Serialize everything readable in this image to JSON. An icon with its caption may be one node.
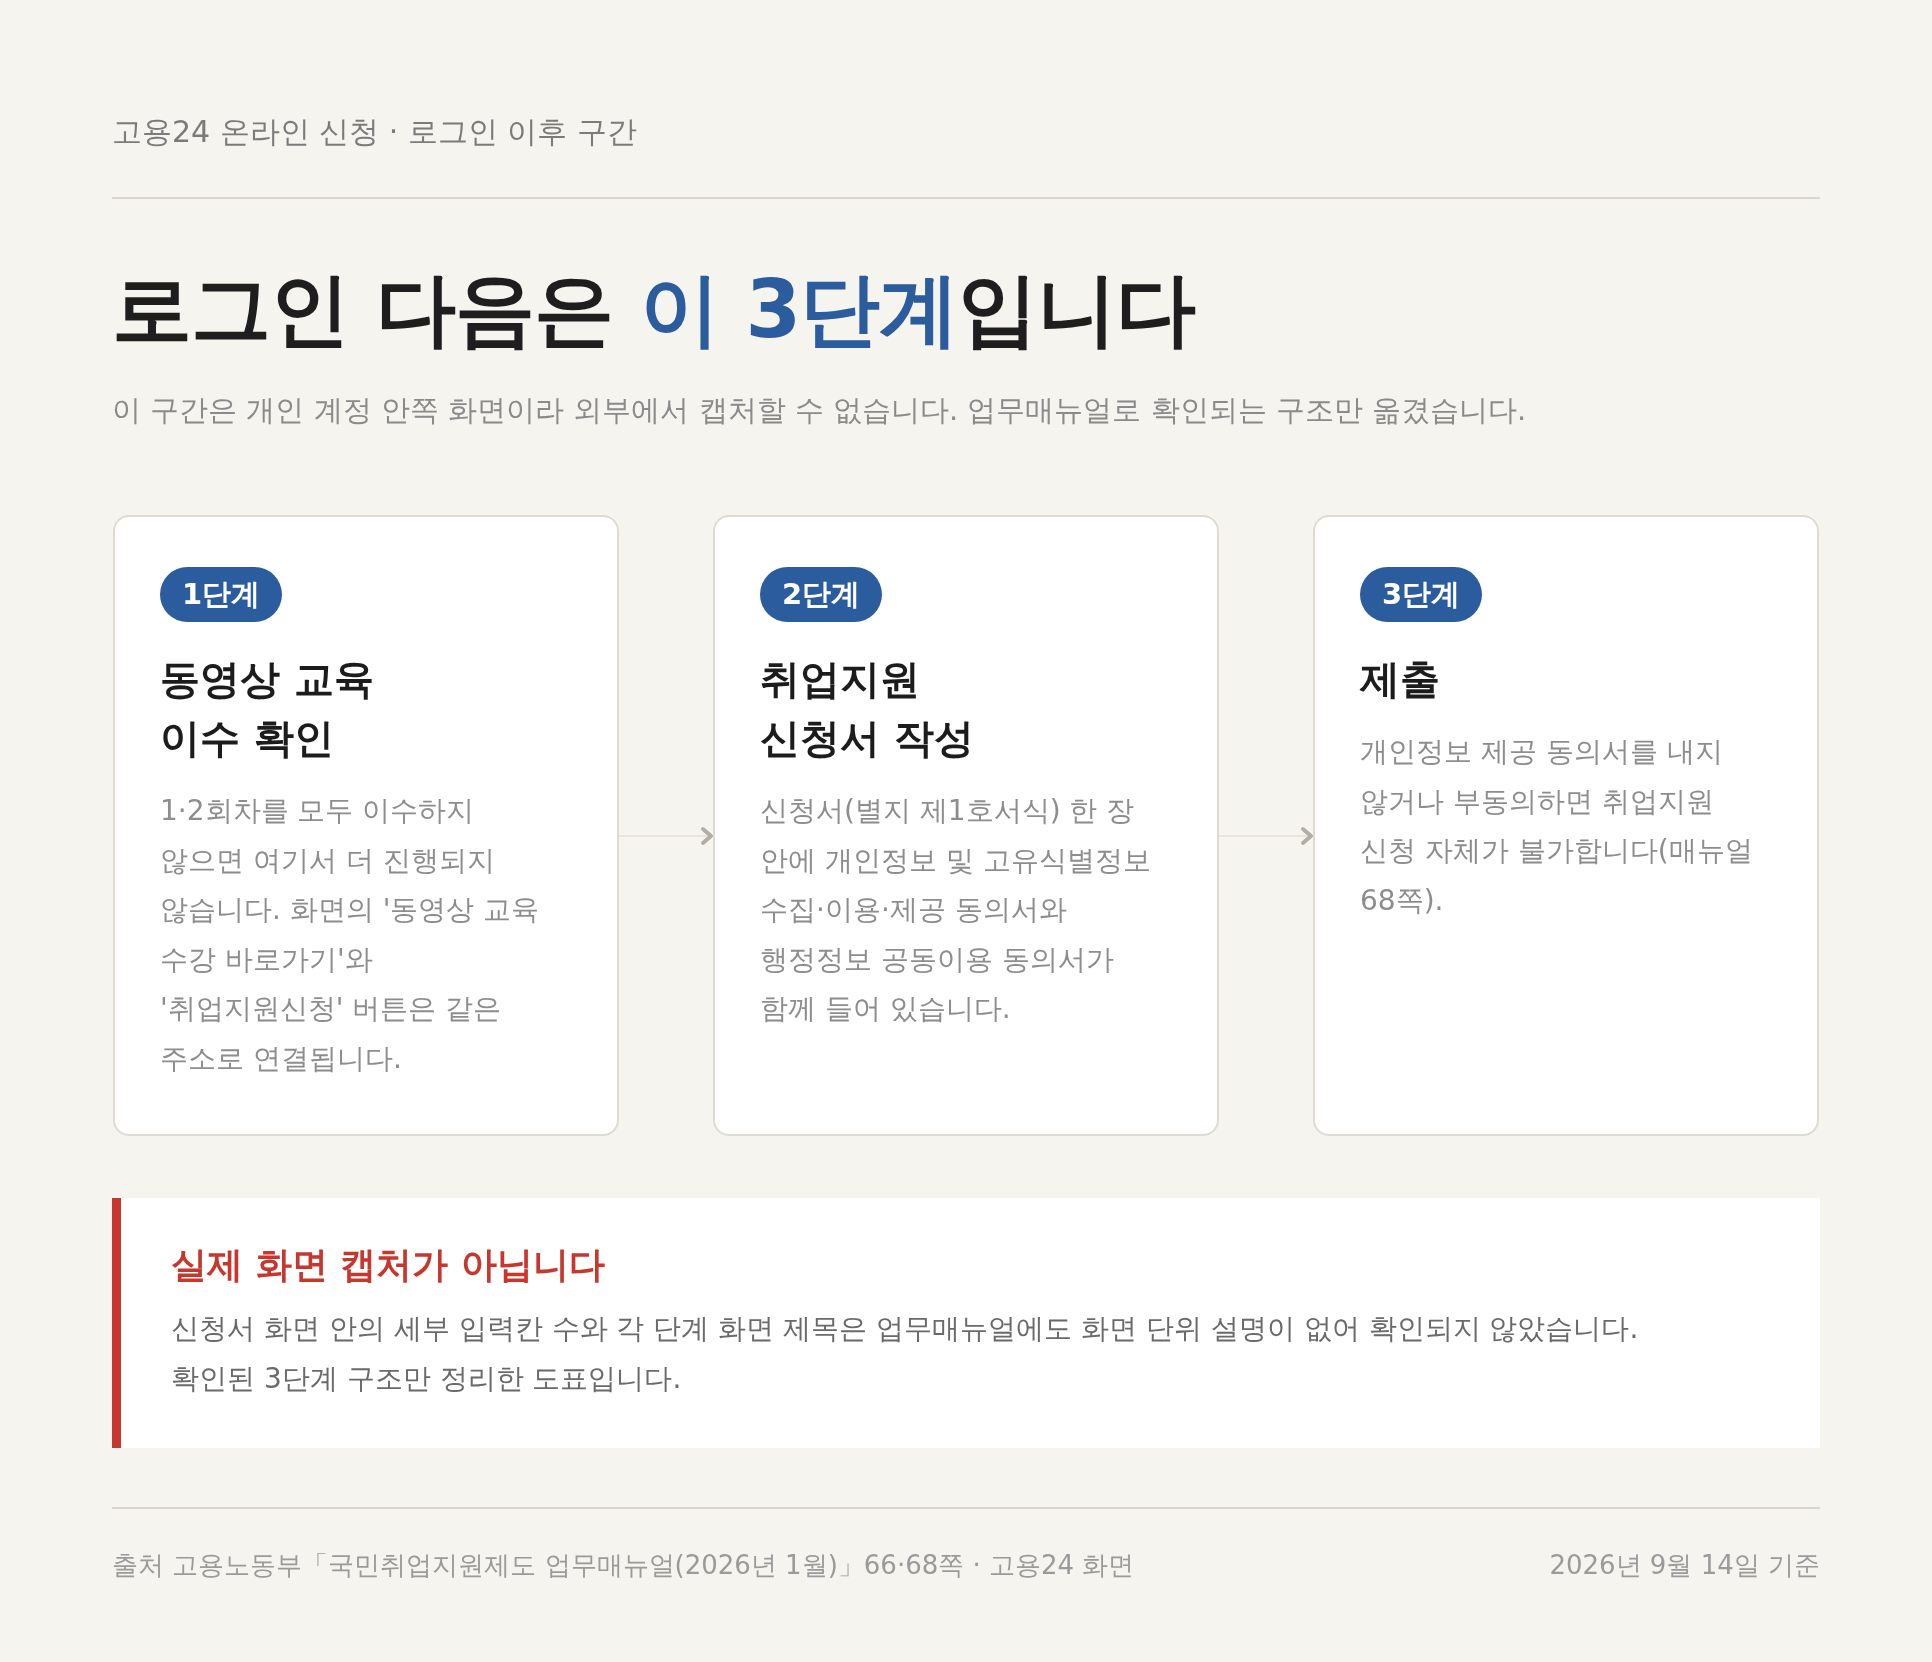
{
  "diagram": {
    "title": "로그인 다음은 **이 3단계**입니다",
    "nodes": [
      {
        "text": [
          "동영상 교육 이수 확인",
          "1·2회차를 모두 이수하지 않으면 여기서 더 진행되지 않습니다. 화면의 '동영상 교육 수강 바로가기'와 '취업지원신청' 버튼은 같은 주소로 연결됩니다."
        ]
      },
      {
        "text": [
          "1단계"
        ],
        "in": 0
      },
      {
        "text": [
          "취업지원 신청서 작성",
          "신청서(별지 제1호서식) 한 장 안에 개인정보 및 고유식별정보 수집·이용·제공 동의서와 행정정보 공동이용 동의서가 함께 들어 있습니다."
        ]
      },
      {
        "text": [
          "2단계"
        ],
        "in": 2
      },
      {
        "text": [
          "제출",
          "개인정보 제공 동의서를 내지 않거나 부동의하면 취업지원 신청 자체가 불가합니다(매뉴얼 68쪽)."
        ]
      },
      {
        "text": [
          "3단계"
        ],
        "in": 4
      },
      {
        "text": [
          "실제 화면 캡처가 아닙니다",
          "신청서 화면 안의 세부 입력칸 수와 각 단계 화면 제목은 업무매뉴얼에도 화면 단위 설명이 없어 확인되지 않았습니다. 확인된 3단계 구조만 정리한 도표입니다."
        ]
      }
    ],
    "edges": [
      {
        "from": 0,
        "to": 2,
        "arrow": "to"
      },
      {
        "from": 2,
        "to": 4,
        "arrow": "to"
      }
    ],
    "labels": [
      "고용24 온라인 신청 · 로그인 이후 구간",
      "이 구간은 개인 계정 안쪽 화면이라 외부에서 캡처할 수 없습니다. 업무매뉴얼로 확인되는 구조만 옮겼습니다.",
      "출처 고용노동부「국민취업지원제도 업무매뉴얼(2026년 1월)」66·68쪽 · 고용24 화면",
      "2026년 9월 14일 기준"
    ]
  }
}
